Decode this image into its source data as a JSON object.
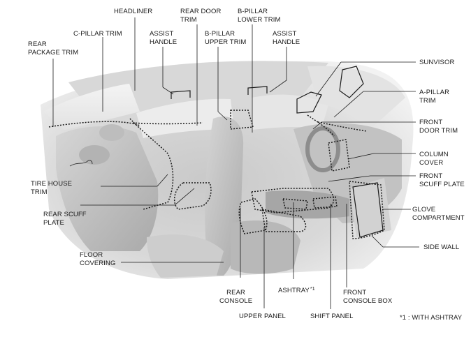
{
  "labels": {
    "headliner": "HEADLINER",
    "rear_door_trim_1": "REAR DOOR",
    "rear_door_trim_2": "TRIM",
    "b_pillar_lower_trim_1": "B-PILLAR",
    "b_pillar_lower_trim_2": "LOWER TRIM",
    "c_pillar_trim": "C-PILLAR TRIM",
    "assist_handle_left_1": "ASSIST",
    "assist_handle_left_2": "HANDLE",
    "b_pillar_upper_trim_1": "B-PILLAR",
    "b_pillar_upper_trim_2": "UPPER TRIM",
    "assist_handle_right_1": "ASSIST",
    "assist_handle_right_2": "HANDLE",
    "rear_package_trim_1": "REAR",
    "rear_package_trim_2": "PACKAGE TRIM",
    "sunvisor": "SUNVISOR",
    "a_pillar_trim_1": "A-PILLAR",
    "a_pillar_trim_2": "TRIM",
    "front_door_trim_1": "FRONT",
    "front_door_trim_2": "DOOR TRIM",
    "column_cover_1": "COLUMN",
    "column_cover_2": "COVER",
    "front_scuff_plate_1": "FRONT",
    "front_scuff_plate_2": "SCUFF PLATE",
    "tire_house_trim_1": "TIRE HOUSE",
    "tire_house_trim_2": "TRIM",
    "glove_compartment_1": "GLOVE",
    "glove_compartment_2": "COMPARTMENT",
    "rear_scuff_plate_1": "REAR SCUFF",
    "rear_scuff_plate_2": "PLATE",
    "side_wall": "SIDE WALL",
    "floor_covering_1": "FLOOR",
    "floor_covering_2": "COVERING",
    "rear_console_1": "REAR",
    "rear_console_2": "CONSOLE",
    "ashtray": "ASHTRAY",
    "ashtray_mark": "*1",
    "front_console_box_1": "FRONT",
    "front_console_box_2": "CONSOLE BOX",
    "upper_panel": "UPPER PANEL",
    "shift_panel": "SHIFT PANEL",
    "footnote": "*1 : WITH ASHTRAY"
  }
}
